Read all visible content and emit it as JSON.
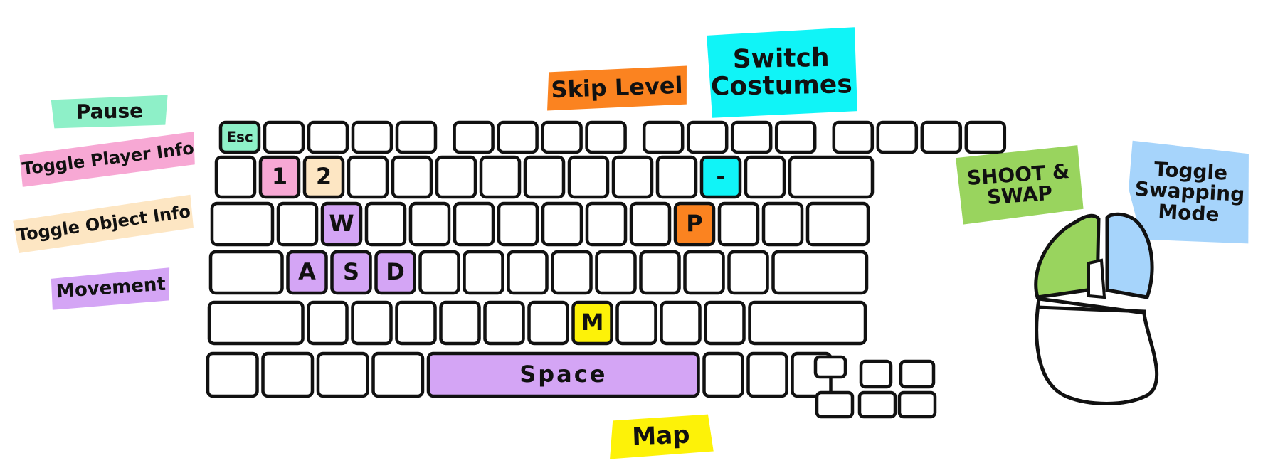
{
  "colors": {
    "pause": "#8ef0c8",
    "player_info": "#f7a8d4",
    "object_info": "#fde6c3",
    "movement": "#d4a5f5",
    "skip_level": "#fb8320",
    "switch_costumes": "#10f4f7",
    "map": "#fdf208",
    "shoot_swap": "#99d45e",
    "toggle_swapping": "#a6d4fb",
    "stroke": "#111111",
    "key_fill": "#ffffff"
  },
  "labels": {
    "pause": "Pause",
    "player_info": "Toggle Player Info",
    "object_info": "Toggle Object Info",
    "movement": "Movement",
    "skip_level": "Skip Level",
    "switch_costumes": "Switch\nCostumes",
    "map": "Map",
    "shoot_swap": "SHOOT &\nSWAP",
    "toggle_swapping": "Toggle\nSwapping\nMode"
  },
  "keyboard": {
    "rows": [
      [
        {
          "w": 1,
          "text": "Esc",
          "color": "pause"
        },
        {
          "w": 1
        },
        {
          "w": 1
        },
        {
          "w": 1
        },
        {
          "w": 1
        },
        {
          "gap": 0.3
        },
        {
          "w": 1
        },
        {
          "w": 1
        },
        {
          "w": 1
        },
        {
          "w": 1
        },
        {
          "gap": 0.3
        },
        {
          "w": 1
        },
        {
          "w": 1
        },
        {
          "w": 1
        },
        {
          "w": 1
        },
        {
          "gap": 0.3
        },
        {
          "w": 1
        },
        {
          "w": 1
        },
        {
          "w": 1
        },
        {
          "w": 1
        }
      ],
      [
        {
          "w": 1
        },
        {
          "w": 1,
          "text": "1",
          "color": "player_info"
        },
        {
          "w": 1,
          "text": "2",
          "color": "object_info"
        },
        {
          "w": 1
        },
        {
          "w": 1
        },
        {
          "w": 1
        },
        {
          "w": 1
        },
        {
          "w": 1
        },
        {
          "w": 1
        },
        {
          "w": 1
        },
        {
          "w": 1
        },
        {
          "w": 1,
          "text": "-",
          "color": "switch_costumes"
        },
        {
          "w": 1
        },
        {
          "w": 2
        }
      ],
      [
        {
          "w": 1.5
        },
        {
          "w": 1
        },
        {
          "w": 1,
          "text": "W",
          "color": "movement"
        },
        {
          "w": 1
        },
        {
          "w": 1
        },
        {
          "w": 1
        },
        {
          "w": 1
        },
        {
          "w": 1
        },
        {
          "w": 1
        },
        {
          "w": 1
        },
        {
          "w": 1,
          "text": "P",
          "color": "skip_level"
        },
        {
          "w": 1
        },
        {
          "w": 1
        },
        {
          "w": 1.5
        }
      ],
      [
        {
          "w": 1.75
        },
        {
          "w": 1,
          "text": "A",
          "color": "movement"
        },
        {
          "w": 1,
          "text": "S",
          "color": "movement"
        },
        {
          "w": 1,
          "text": "D",
          "color": "movement"
        },
        {
          "w": 1
        },
        {
          "w": 1
        },
        {
          "w": 1
        },
        {
          "w": 1
        },
        {
          "w": 1
        },
        {
          "w": 1
        },
        {
          "w": 1
        },
        {
          "w": 1
        },
        {
          "w": 2.25
        }
      ],
      [
        {
          "w": 2.25
        },
        {
          "w": 1
        },
        {
          "w": 1
        },
        {
          "w": 1
        },
        {
          "w": 1
        },
        {
          "w": 1
        },
        {
          "w": 1
        },
        {
          "w": 1,
          "text": "M",
          "color": "map"
        },
        {
          "w": 1
        },
        {
          "w": 1
        },
        {
          "w": 1
        },
        {
          "w": 2.75
        }
      ],
      [
        {
          "w": 1.25
        },
        {
          "w": 1.25
        },
        {
          "w": 1.25
        },
        {
          "w": 1.25
        },
        {
          "w": 6.25,
          "text": "Space",
          "color": "movement"
        },
        {
          "w": 1
        },
        {
          "w": 1
        },
        {
          "w": 1
        }
      ]
    ]
  }
}
